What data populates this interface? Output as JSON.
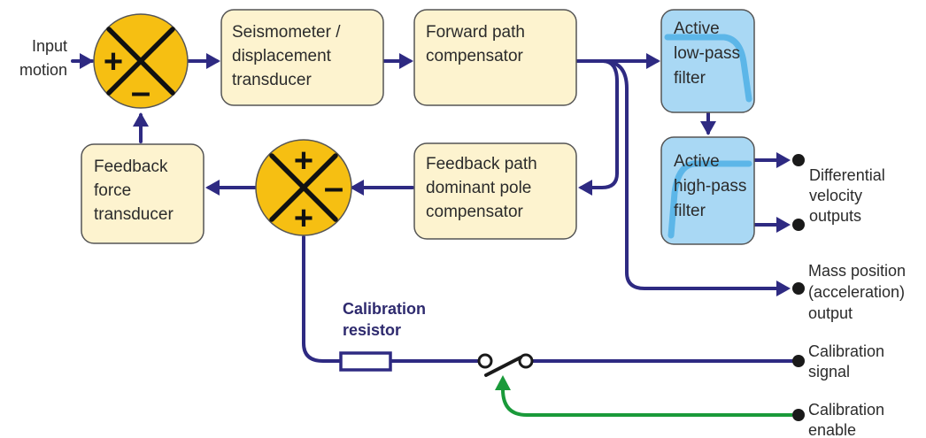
{
  "colors": {
    "line": "#2e2a82",
    "enable_line": "#1a9a3a",
    "summer_fill": "#f6bf12",
    "block_fill": "#fdf3cf",
    "filter_fill": "#a9d8f4",
    "filter_curve": "#5cb6e8"
  },
  "blocks": {
    "seismometer": [
      "Seismometer /",
      "displacement",
      "transducer"
    ],
    "forward_comp": [
      "Forward path",
      "compensator"
    ],
    "lowpass": [
      "Active",
      "low-pass",
      "filter"
    ],
    "highpass": [
      "Active",
      "high-pass",
      "filter"
    ],
    "feedback_comp": [
      "Feedback path",
      "dominant pole",
      "compensator"
    ],
    "feedback_force": [
      "Feedback",
      "force",
      "transducer"
    ]
  },
  "summers": {
    "input": {
      "signs": [
        "+",
        "–"
      ]
    },
    "feedback": {
      "signs": [
        "+",
        "–",
        "+"
      ]
    }
  },
  "labels": {
    "input_motion": [
      "Input",
      "motion"
    ],
    "diff_velocity": [
      "Differential",
      "velocity",
      "outputs"
    ],
    "mass_position": [
      "Mass position",
      "(acceleration)",
      "output"
    ],
    "cal_resistor": [
      "Calibration",
      "resistor"
    ],
    "cal_signal": [
      "Calibration",
      "signal"
    ],
    "cal_enable": [
      "Calibration",
      "enable"
    ]
  },
  "icons": [
    "summing-junction-icon",
    "resistor-icon",
    "switch-icon",
    "terminal-dot-icon",
    "arrowhead-icon"
  ]
}
